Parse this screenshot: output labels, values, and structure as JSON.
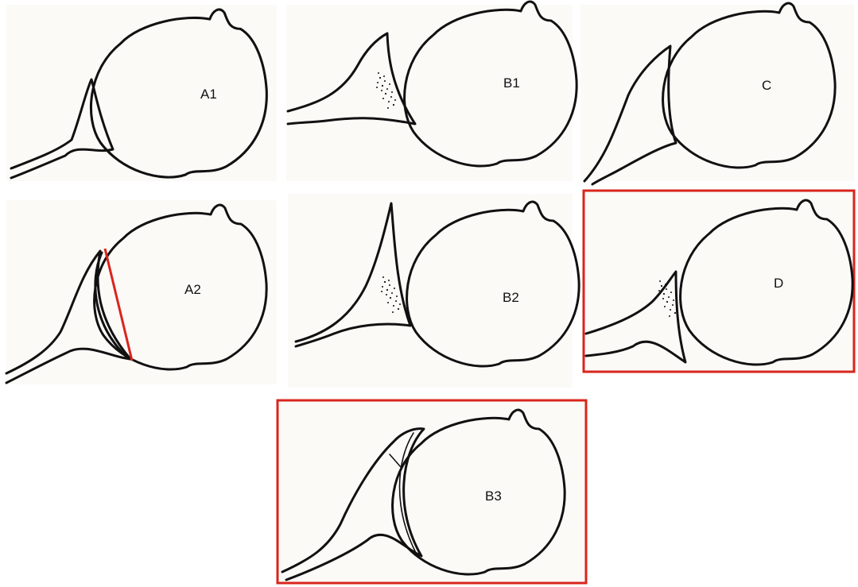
{
  "panels": {
    "a1": {
      "label": "A1"
    },
    "b1": {
      "label": "B1"
    },
    "c": {
      "label": "C"
    },
    "a2": {
      "label": "A2"
    },
    "b2": {
      "label": "B2"
    },
    "d": {
      "label": "D"
    },
    "b3": {
      "label": "B3"
    }
  },
  "colors": {
    "highlight": "#d9251c",
    "ink": "#111111",
    "panel_bg": "#fbfaf7"
  }
}
